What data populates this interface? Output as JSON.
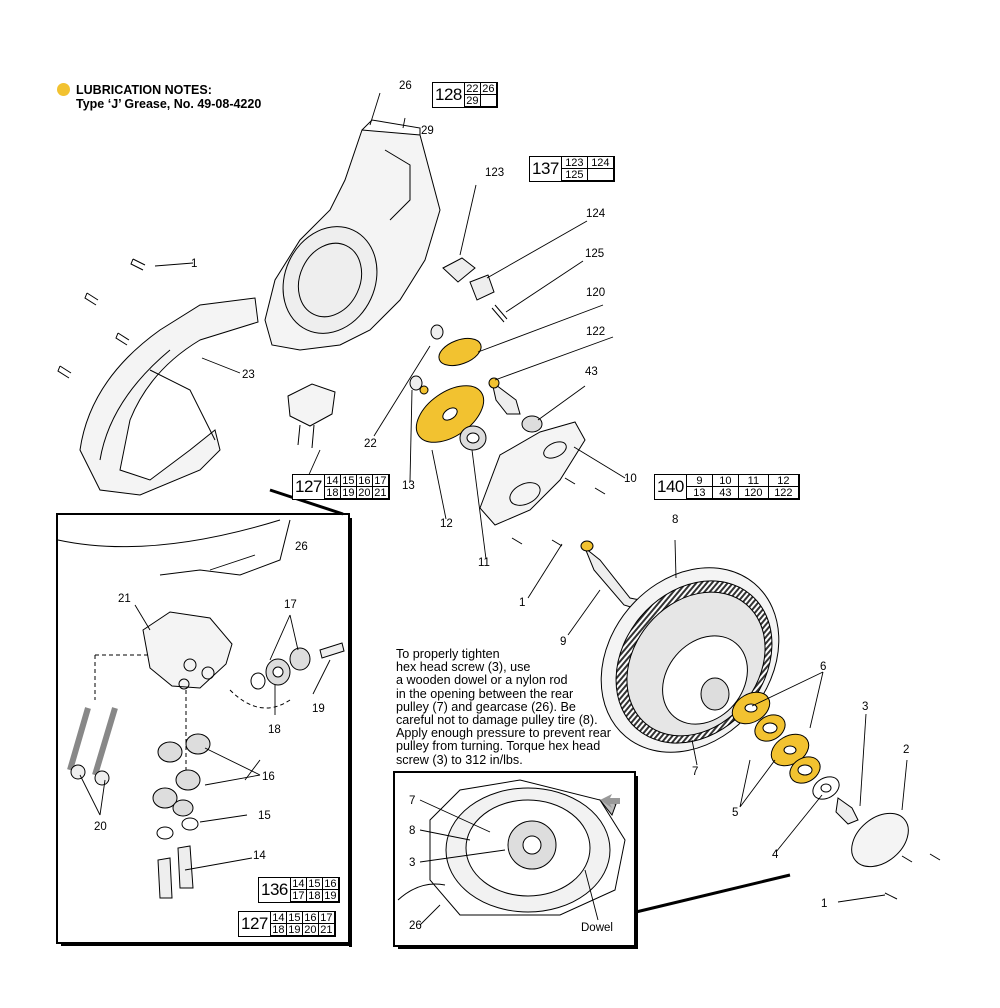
{
  "lubrication_note": {
    "title": "LUBRICATION NOTES:",
    "text": "Type ‘J’ Grease, No. 49-08-4220",
    "marker_color": "#f2c230"
  },
  "instructions": [
    "To properly tighten",
    "hex head screw (3), use",
    "a wooden dowel or a nylon rod",
    "in the opening between the rear",
    "pulley (7) and gearcase (26). Be",
    "careful not to damage pulley tire (8).",
    "Apply enough pressure to prevent rear",
    "pulley from turning. Torque hex head",
    "screw (3) to 312 in/lbs."
  ],
  "callouts": {
    "c26_top": "26",
    "c29": "29",
    "c123": "123",
    "c124": "124",
    "c125": "125",
    "c120": "120",
    "c122": "122",
    "c43": "43",
    "c1_a": "1",
    "c23": "23",
    "c22": "22",
    "c13": "13",
    "c12": "12",
    "c11": "11",
    "c10": "10",
    "c8": "8",
    "c1_b": "1",
    "c9": "9",
    "c6": "6",
    "c7": "7",
    "c5": "5",
    "c4": "4",
    "c3": "3",
    "c2": "2",
    "c1_c": "1",
    "in26": "26",
    "in21": "21",
    "in17": "17",
    "in19": "19",
    "in18": "18",
    "in16": "16",
    "in20": "20",
    "in15": "15",
    "in14": "14",
    "d7": "7",
    "d8": "8",
    "d3": "3",
    "d26": "26",
    "dowel": "Dowel"
  },
  "ref_tables": {
    "t128": {
      "key": "128",
      "cells": [
        "22",
        "26",
        "29",
        ""
      ]
    },
    "t137": {
      "key": "137",
      "cells": [
        "123",
        "124",
        "125",
        ""
      ]
    },
    "t127a": {
      "key": "127",
      "cells": [
        "14",
        "15",
        "16",
        "17",
        "18",
        "19",
        "20",
        "21"
      ]
    },
    "t140": {
      "key": "140",
      "cells": [
        "9",
        "10",
        "11",
        "12",
        "13",
        "43",
        "120",
        "122"
      ]
    },
    "t136": {
      "key": "136",
      "cells": [
        "14",
        "15",
        "16",
        "17",
        "18",
        "19"
      ]
    },
    "t127b": {
      "key": "127",
      "cells": [
        "14",
        "15",
        "16",
        "17",
        "18",
        "19",
        "20",
        "21"
      ]
    }
  },
  "colors": {
    "grease": "#f2c230",
    "line": "#000000",
    "part_fill": "#f4f4f4"
  }
}
